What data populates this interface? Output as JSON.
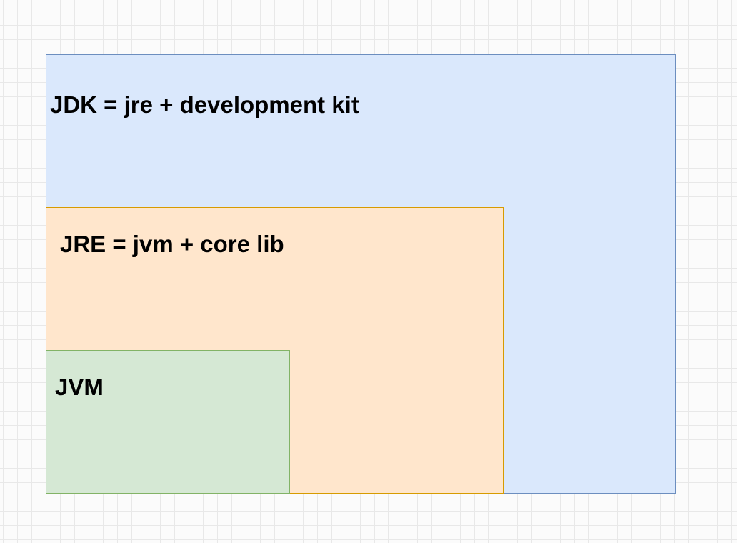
{
  "diagram": {
    "boxes": [
      {
        "id": "jdk",
        "label": "JDK = jre + development kit",
        "fill": "#dae8fc",
        "stroke": "#6c8ebf"
      },
      {
        "id": "jre",
        "label": "JRE = jvm + core lib",
        "fill": "#ffe6cc",
        "stroke": "#d79b00"
      },
      {
        "id": "jvm",
        "label": "JVM",
        "fill": "#d5e8d4",
        "stroke": "#82b366"
      }
    ]
  }
}
